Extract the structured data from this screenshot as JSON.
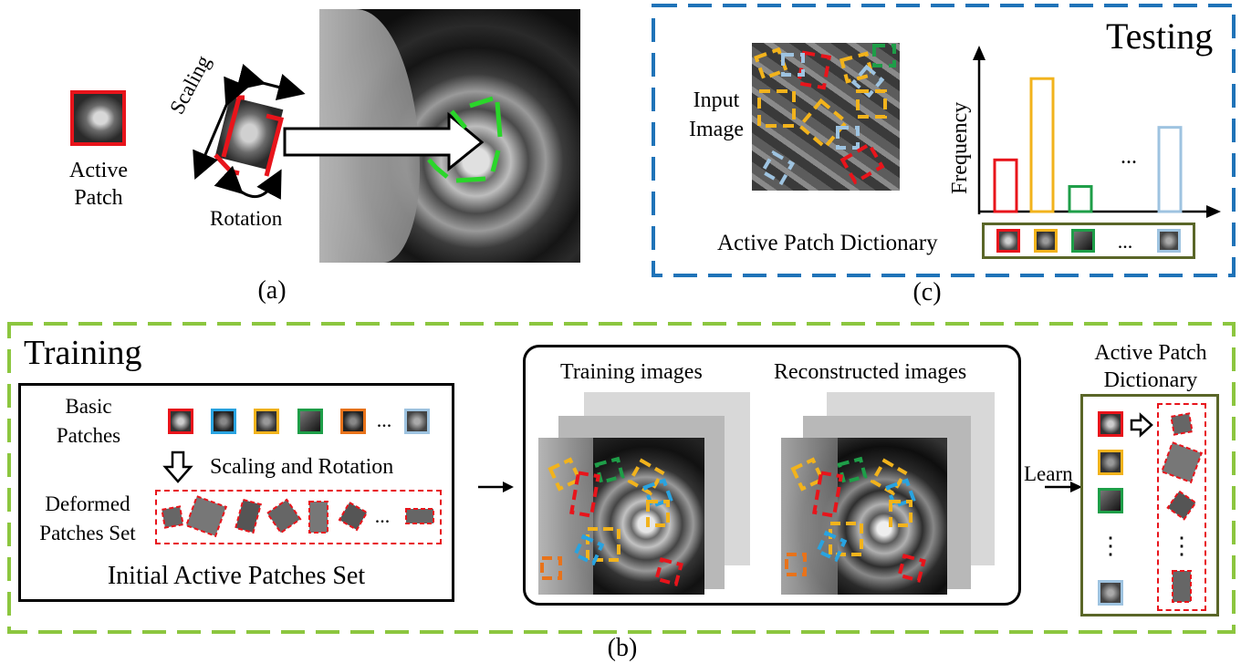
{
  "panel_a": {
    "active_patch_label": "Active\nPatch",
    "scaling_label": "Scaling",
    "rotation_label": "Rotation",
    "caption": "(a)"
  },
  "panel_c": {
    "title": "Testing",
    "input_image_label": "Input\nImage",
    "y_axis_label": "Frequency",
    "ellipsis": "...",
    "dictionary_label": "Active Patch Dictionary",
    "caption": "(c)",
    "chart_data": {
      "type": "bar",
      "categories": [
        "red",
        "yellow",
        "green",
        "...",
        "light-blue"
      ],
      "values": [
        0.35,
        0.9,
        0.17,
        null,
        0.57
      ],
      "ylim": [
        0,
        1
      ],
      "xlabel": "",
      "ylabel": "Frequency"
    },
    "colors": [
      "#e8141b",
      "#f2b31c",
      "#1e9e48",
      "#9ec3e0"
    ]
  },
  "panel_b": {
    "title": "Training",
    "basic_patches_label": "Basic\nPatches",
    "scaling_rotation_label": "Scaling and Rotation",
    "deformed_label": "Deformed\nPatches Set",
    "initial_set_label": "Initial Active Patches Set",
    "training_images_label": "Training images",
    "reconstructed_images_label": "Reconstructed images",
    "learn_label": "Learn",
    "dictionary_title": "Active Patch\nDictionary",
    "ellipsis": "...",
    "vertical_ellipsis": "⋮",
    "caption": "(b)",
    "basic_patch_colors": [
      "#e8141b",
      "#29a3e0",
      "#f2b31c",
      "#1e9e48",
      "#e8731b",
      "#9ec3e0"
    ]
  },
  "colors": {
    "blue_frame": "#1f73b8",
    "green_frame": "#8cc63f",
    "dict_border": "#5a6628",
    "red": "#e8141b",
    "yellow": "#f2b31c",
    "green": "#1e9e48",
    "lightblue": "#9ec3e0",
    "skyblue": "#29a3e0",
    "orange": "#e8731b"
  }
}
